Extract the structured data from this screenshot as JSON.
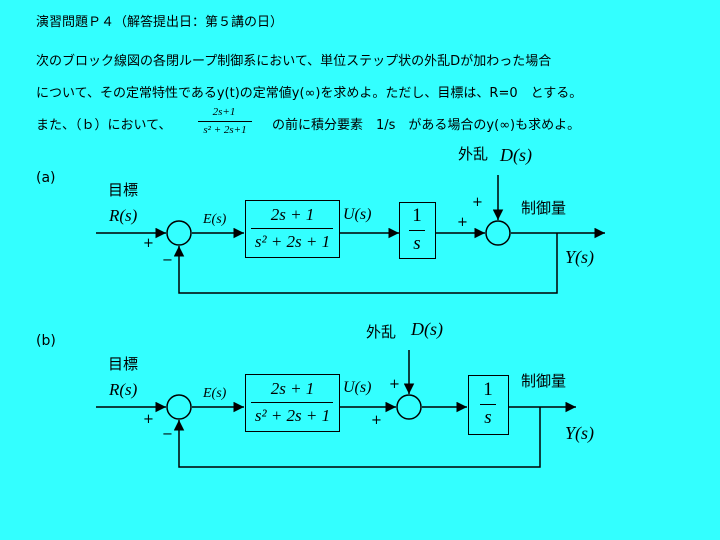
{
  "header": {
    "title": "演習問題Ｐ４（解答提出日：第５講の日）",
    "line1": "次のブロック線図の各閉ループ制御系において、単位ステップ状の外乱Dが加わった場合",
    "line2": "について、その定常特性であるy(t)の定常値y(∞)を求めよ。ただし、目標は、R=0　とする。",
    "line3_a": "また、（ｂ）において、",
    "line3_frac_num": "2s+1",
    "line3_frac_den": "s² + 2s+1",
    "line3_b": "の前に積分要素　1/s　がある場合のy(∞)も求めよ。"
  },
  "diagram_a": {
    "label": "(a)",
    "target_label": "目標",
    "input": "R(s)",
    "error": "E(s)",
    "controller_num": "2s + 1",
    "controller_den": "s² + 2s + 1",
    "control_signal": "U(s)",
    "plant_num": "1",
    "plant_den": "s",
    "disturbance_label": "外乱",
    "disturbance": "D(s)",
    "output_label": "制御量",
    "output": "Y(s)",
    "sign_plus": "+",
    "sign_minus": "−"
  },
  "diagram_b": {
    "label": "(b)",
    "target_label": "目標",
    "input": "R(s)",
    "error": "E(s)",
    "controller_num": "2s + 1",
    "controller_den": "s² + 2s + 1",
    "control_signal": "U(s)",
    "plant_num": "1",
    "plant_den": "s",
    "disturbance_label": "外乱",
    "disturbance": "D(s)",
    "output_label": "制御量",
    "output": "Y(s)",
    "sign_plus": "+",
    "sign_minus": "−"
  }
}
